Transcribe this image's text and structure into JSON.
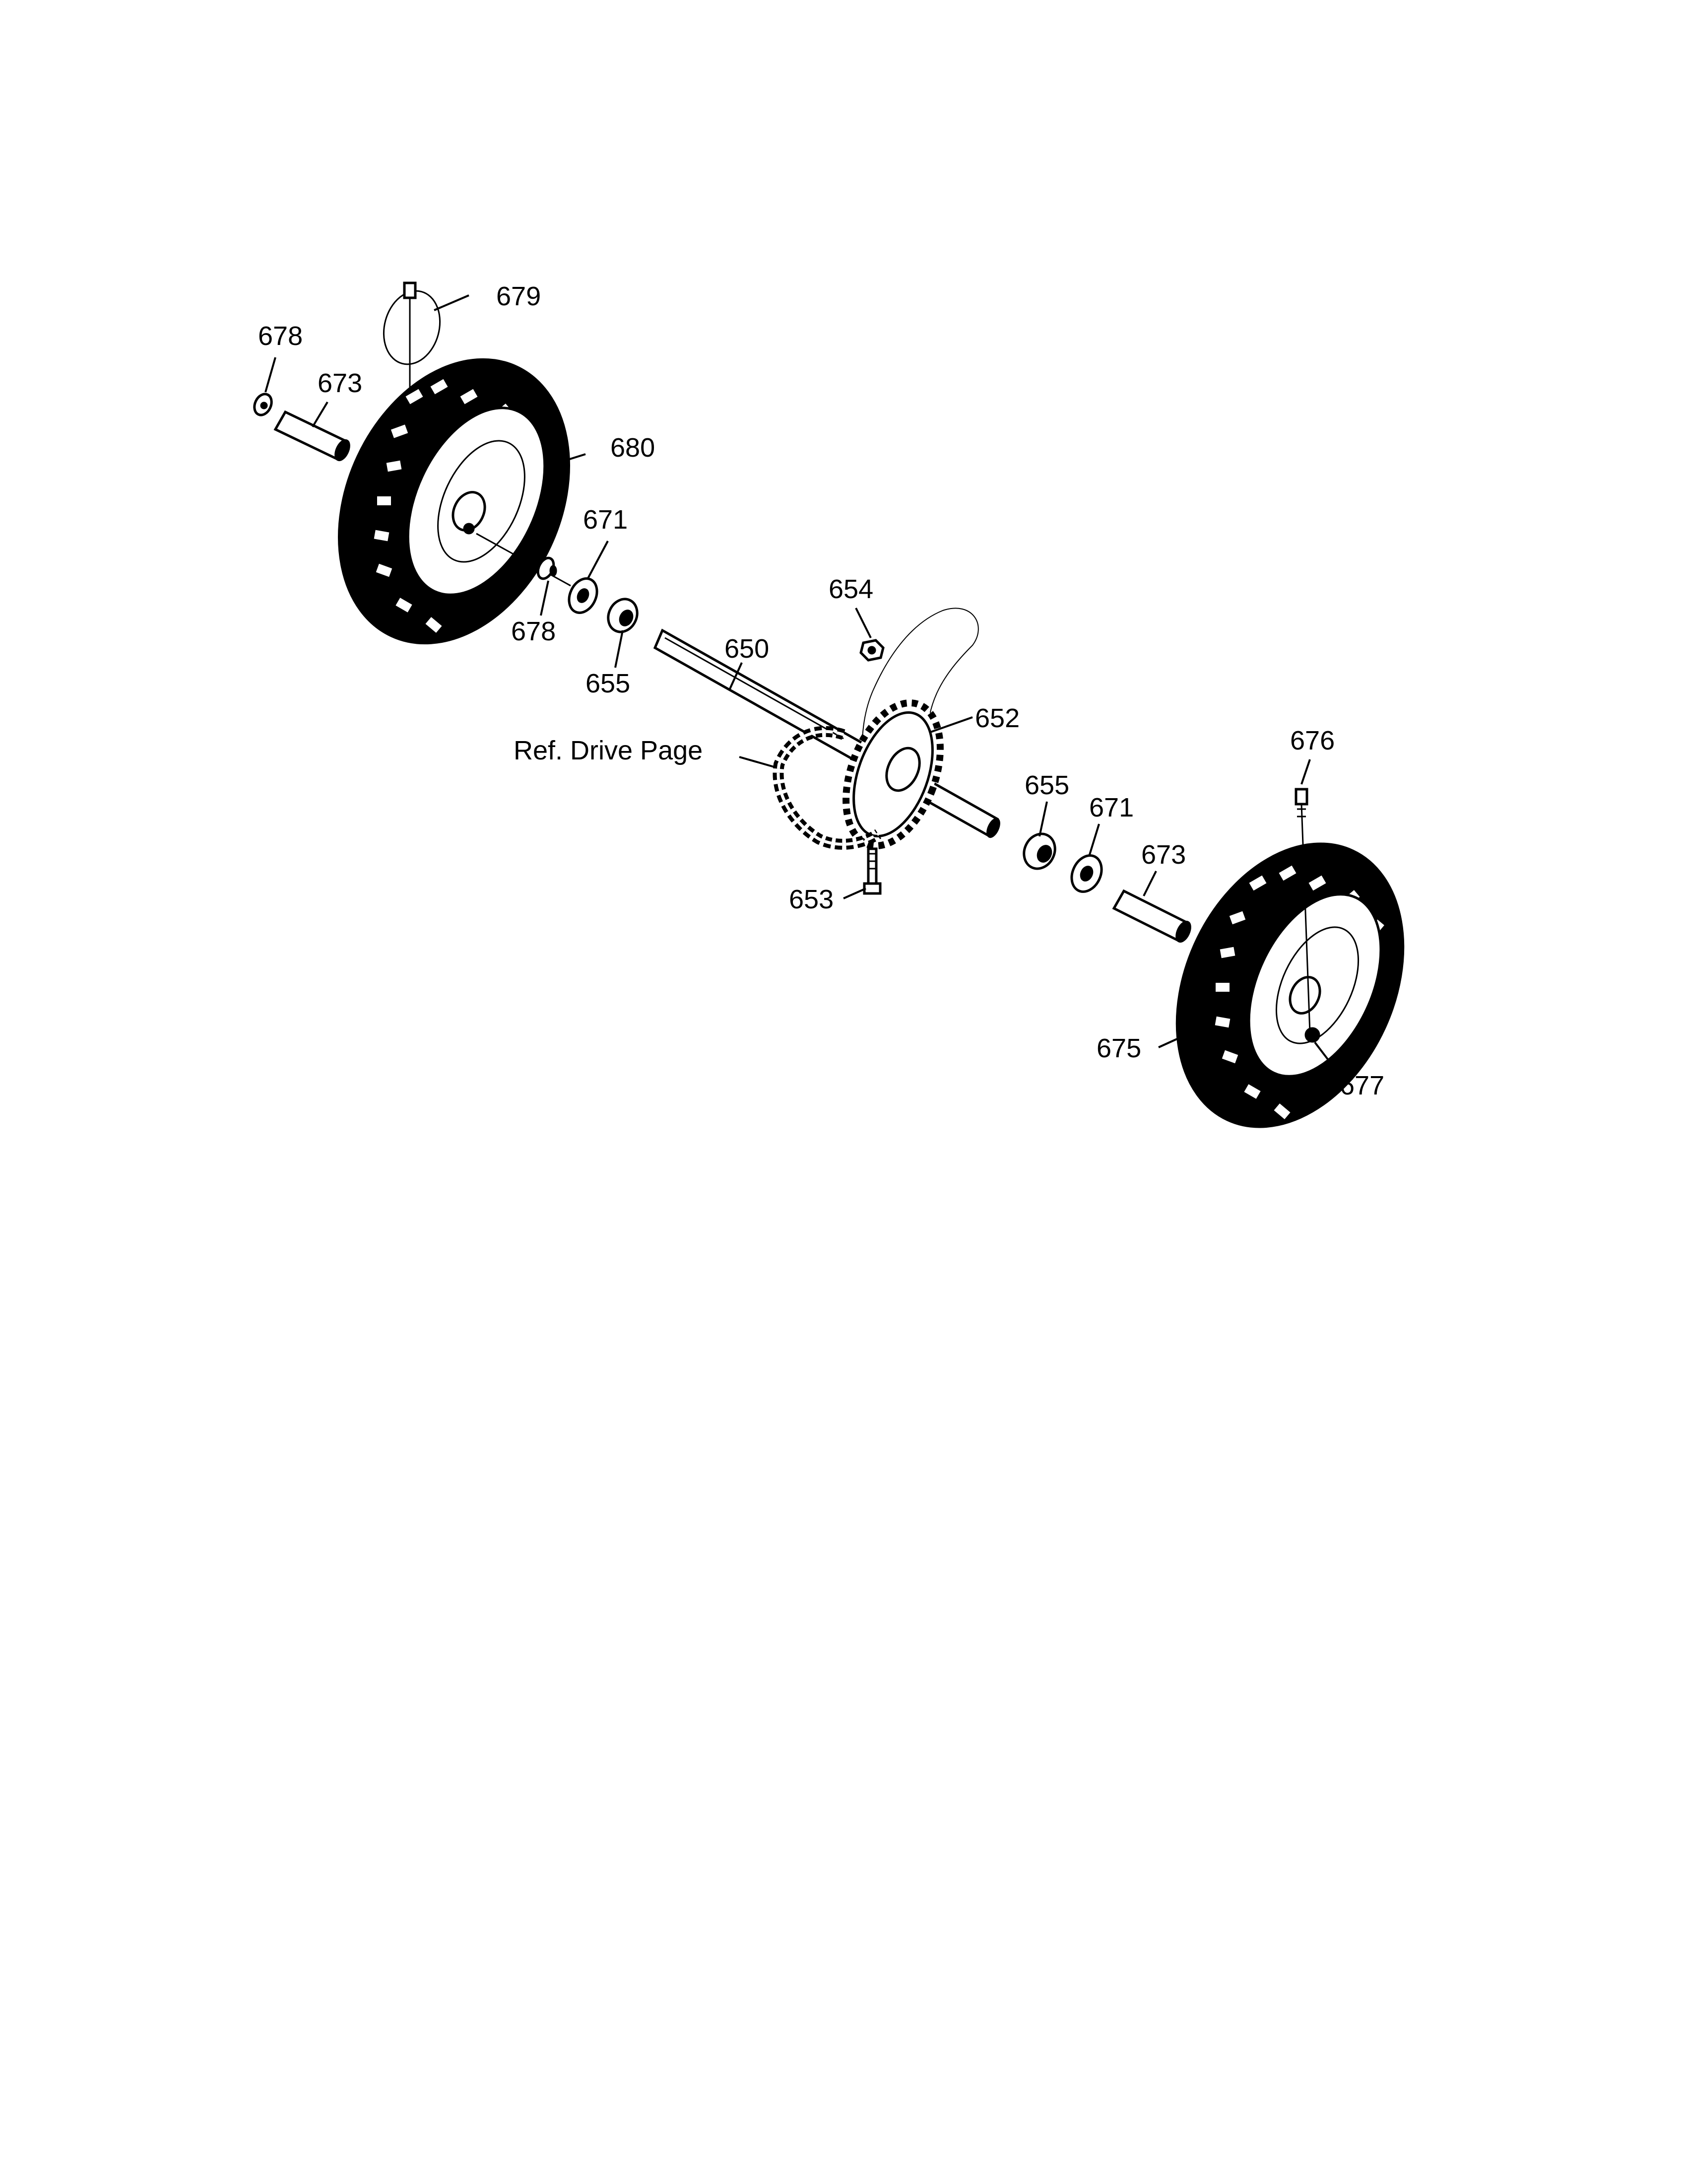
{
  "callouts": {
    "c679": "679",
    "c678a": "678",
    "c673a": "673",
    "c680": "680",
    "c671a": "671",
    "c678b": "678",
    "c655a": "655",
    "c650": "650",
    "c654": "654",
    "c652": "652",
    "c_ref": "Ref. Drive Page",
    "c676": "676",
    "c655b": "655",
    "c671b": "671",
    "c673b": "673",
    "c653": "653",
    "c675": "675",
    "c677": "677"
  }
}
